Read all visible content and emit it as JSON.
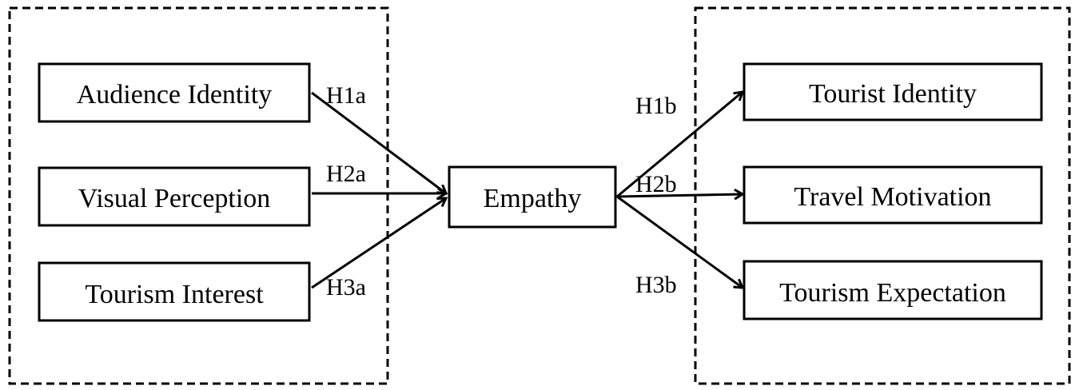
{
  "diagram": {
    "inputs": [
      "Audience Identity",
      "Visual Perception",
      "Tourism Interest"
    ],
    "mediator": "Empathy",
    "outputs": [
      "Tourist Identity",
      "Travel Motivation",
      "Tourism Expectation"
    ],
    "paths_in": [
      "H1a",
      "H2a",
      "H3a"
    ],
    "paths_out": [
      "H1b",
      "H2b",
      "H3b"
    ]
  }
}
